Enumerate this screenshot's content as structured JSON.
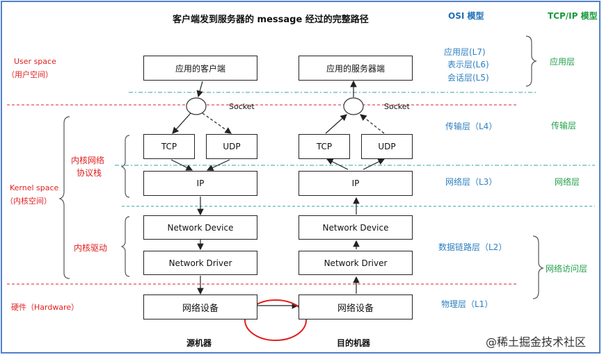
{
  "title": "客户端发到服务器的 message 经过的完整路径",
  "headers": {
    "osi": "OSI 模型",
    "tcpip": "TCP/IP 模型"
  },
  "left_labels": {
    "user_space": "User space",
    "user_space_cn": "（用户空间）",
    "kernel_space": "Kernel space",
    "kernel_space_cn": "（内核空间）",
    "protocol_stack_line1": "内核网络",
    "protocol_stack_line2": "协议栈",
    "driver": "内核驱动",
    "hardware": "硬件（Hardware）"
  },
  "source": {
    "app": "应用的客户端",
    "socket": "Socket",
    "tcp": "TCP",
    "udp": "UDP",
    "ip": "IP",
    "device": "Network Device",
    "driver": "Network Driver",
    "hw": "网络设备",
    "caption": "源机器"
  },
  "dest": {
    "app": "应用的服务器端",
    "socket": "Socket",
    "tcp": "TCP",
    "udp": "UDP",
    "ip": "IP",
    "device": "Network Device",
    "driver": "Network Driver",
    "hw": "网络设备",
    "caption": "目的机器"
  },
  "osi_layers": {
    "l7": "应用层(L7)",
    "l6": "表示层(L6)",
    "l5": "会话层(L5)",
    "l4": "传输层（L4）",
    "l3": "网络层（L3）",
    "l2": "数据链路层（L2）",
    "l1": "物理层（L1）"
  },
  "tcpip_layers": {
    "app": "应用层",
    "transport": "传输层",
    "network": "网络层",
    "access": "网络访问层"
  },
  "logo": "@稀土掘金技术社区",
  "colors": {
    "red": "#e02020",
    "osi_blue": "#2e7fc0",
    "tcpip_green": "#22a04a",
    "dash_teal": "#2aa6a0",
    "frame_blue": "#4f7fc9"
  }
}
